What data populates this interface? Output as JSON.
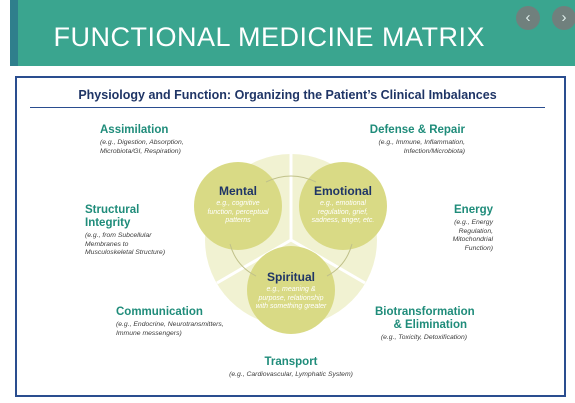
{
  "header": {
    "title": "FUNCTIONAL MEDICINE MATRIX",
    "prev_glyph": "‹",
    "next_glyph": "›"
  },
  "card": {
    "title": "Physiology and Function: Organizing the Patient’s Clinical Imbalances"
  },
  "outer": [
    {
      "name": "Assimilation",
      "detail": "(e.g., Digestion, Absorption, Microbiota/GI, Respiration)"
    },
    {
      "name": "Defense & Repair",
      "detail": "(e.g., Immune, Inflammation, Infection/Microbiota)"
    },
    {
      "name": "Structural Integrity",
      "detail": "(e.g., from Subcellular Membranes to Musculoskeletal Structure)"
    },
    {
      "name": "Energy",
      "detail": "(e.g., Energy Regulation, Mitochondrial Function)"
    },
    {
      "name": "Communication",
      "detail": "(e.g., Endocrine, Neurotransmitters, Immune messengers)"
    },
    {
      "name": "Biotransformation & Elimination",
      "detail": "(e.g., Toxicity, Detoxification)"
    },
    {
      "name": "Transport",
      "detail": "(e.g., Cardiovascular, Lymphatic System)"
    }
  ],
  "core": [
    {
      "name": "Mental",
      "detail": "e.g., cognitive function, perceptual patterns"
    },
    {
      "name": "Emotional",
      "detail": "e.g., emotional regulation, grief, sadness, anger, etc."
    },
    {
      "name": "Spiritual",
      "detail": "e.g., meaning & purpose, relationship with something greater"
    }
  ],
  "colors": {
    "header": "#3aa58f",
    "border": "#2a4d8f",
    "title": "#1f3566",
    "outer_label": "#1f8c7a",
    "big_circle": "#f1f2d2",
    "small_circle": "#d9da85"
  }
}
